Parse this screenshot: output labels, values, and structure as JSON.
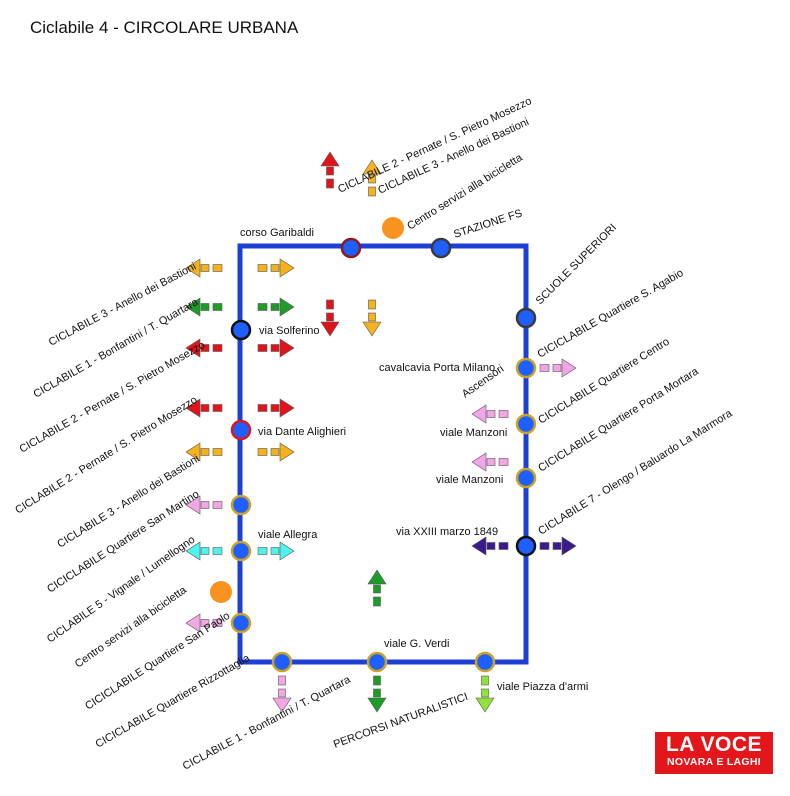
{
  "title": "Ciclabile 4 - CIRCOLARE URBANA",
  "colors": {
    "route": "#1d3fd6",
    "stop": "#1f5fff",
    "red": "#e0151b",
    "orange": "#f5b21d",
    "green": "#1e9c2a",
    "pink": "#f3a6e6",
    "cyan": "#50f2ef",
    "purple": "#3a1a8c",
    "lime": "#8fe13b",
    "service": "#f7931e",
    "logo": "#e3161b"
  },
  "stops": [
    {
      "id": "garibaldi",
      "label": "corso Garibaldi",
      "ring": "#8b1a1a"
    },
    {
      "id": "stazione",
      "label": "STAZIONE FS",
      "ring": "#3a3a3a"
    },
    {
      "id": "scuole",
      "label": "SCUOLE SUPERIORI",
      "ring": "#3a3a3a"
    },
    {
      "id": "cavalcavia",
      "label": "cavalcavia Porta Milano",
      "ring": "#c9a227"
    },
    {
      "id": "ascensori",
      "label": "Ascensori",
      "ring": "#c9a227"
    },
    {
      "id": "manzoni1",
      "label": "viale Manzoni",
      "ring": "#c9a227"
    },
    {
      "id": "manzoni2",
      "label": "viale Manzoni",
      "ring": "#c9a227"
    },
    {
      "id": "xxiii",
      "label": "via XXIII marzo 1849",
      "ring": "#111111"
    },
    {
      "id": "piazzadarmi",
      "label": "viale Piazza d'armi",
      "ring": "#c9a227"
    },
    {
      "id": "verdi",
      "label": "viale G. Verdi",
      "ring": "#c9a227"
    },
    {
      "id": "rizzottaglia",
      "label": "",
      "ring": "#c9a227"
    },
    {
      "id": "sanpaolo",
      "label": "",
      "ring": "#c9a227"
    },
    {
      "id": "allegra",
      "label": "viale Allegra",
      "ring": "#c9a227"
    },
    {
      "id": "sanmartino",
      "label": "",
      "ring": "#c9a227"
    },
    {
      "id": "dante",
      "label": "via Dante Alighieri",
      "ring": "#e0151b"
    },
    {
      "id": "solferino",
      "label": "via Solferino",
      "ring": "#111111"
    }
  ],
  "service_centers": [
    {
      "id": "top",
      "label": "Centro servizi alla bicicletta"
    },
    {
      "id": "left",
      "label": "Centro servizi alla bicicletta"
    }
  ],
  "connections": [
    {
      "id": "top-red",
      "label": "CICLABILE 2 - Pernate / S. Pietro Mosezzo",
      "color": "red"
    },
    {
      "id": "top-orange",
      "label": "CICLABILE 3 - Anello dei Bastioni",
      "color": "orange"
    },
    {
      "id": "left-3",
      "label": "CICLABILE 3 - Anello dei Bastioni",
      "color": "orange"
    },
    {
      "id": "left-1",
      "label": "CICLABILE 1 - Bonfantini / T. Quartara",
      "color": "green"
    },
    {
      "id": "left-2a",
      "label": "CICLABILE 2 - Pernate / S. Pietro Mosezzo",
      "color": "red"
    },
    {
      "id": "left-2b",
      "label": "CICLABILE 2 - Pernate / S. Pietro Mosezzo",
      "color": "red"
    },
    {
      "id": "left-3b",
      "label": "CICLABILE 3 - Anello dei Bastioni",
      "color": "orange"
    },
    {
      "id": "left-sanmartino",
      "label": "CICICLABILE Quartiere San Martino",
      "color": "pink"
    },
    {
      "id": "left-5",
      "label": "CICLABILE 5 - Vignale / Lumellogno",
      "color": "cyan"
    },
    {
      "id": "left-sanpaolo",
      "label": "CICICLABILE Quartiere San Paolo",
      "color": "pink"
    },
    {
      "id": "right-sagabio",
      "label": "CICICLABILE Quartiere S. Agabio",
      "color": "pink"
    },
    {
      "id": "right-centro",
      "label": "CICICLABILE Quartiere Centro",
      "color": "pink"
    },
    {
      "id": "right-portamortara",
      "label": "CICICLABILE Quartiere Porta Mortara",
      "color": "pink"
    },
    {
      "id": "right-7",
      "label": "CICLABILE 7 - Olengo / Baluardo La Marmora",
      "color": "purple"
    },
    {
      "id": "bottom-rizzottaglia",
      "label": "CICICLABILE Quartiere Rizzottaglia",
      "color": "pink"
    },
    {
      "id": "bottom-1",
      "label": "CICLABILE 1 - Bonfantini / T. Quartara",
      "color": "green"
    },
    {
      "id": "bottom-percorsi",
      "label": "PERCORSI NATURALISTICI",
      "color": "lime"
    }
  ],
  "logo": {
    "line1": "LA VOCE",
    "line2": "NOVARA E LAGHI"
  }
}
